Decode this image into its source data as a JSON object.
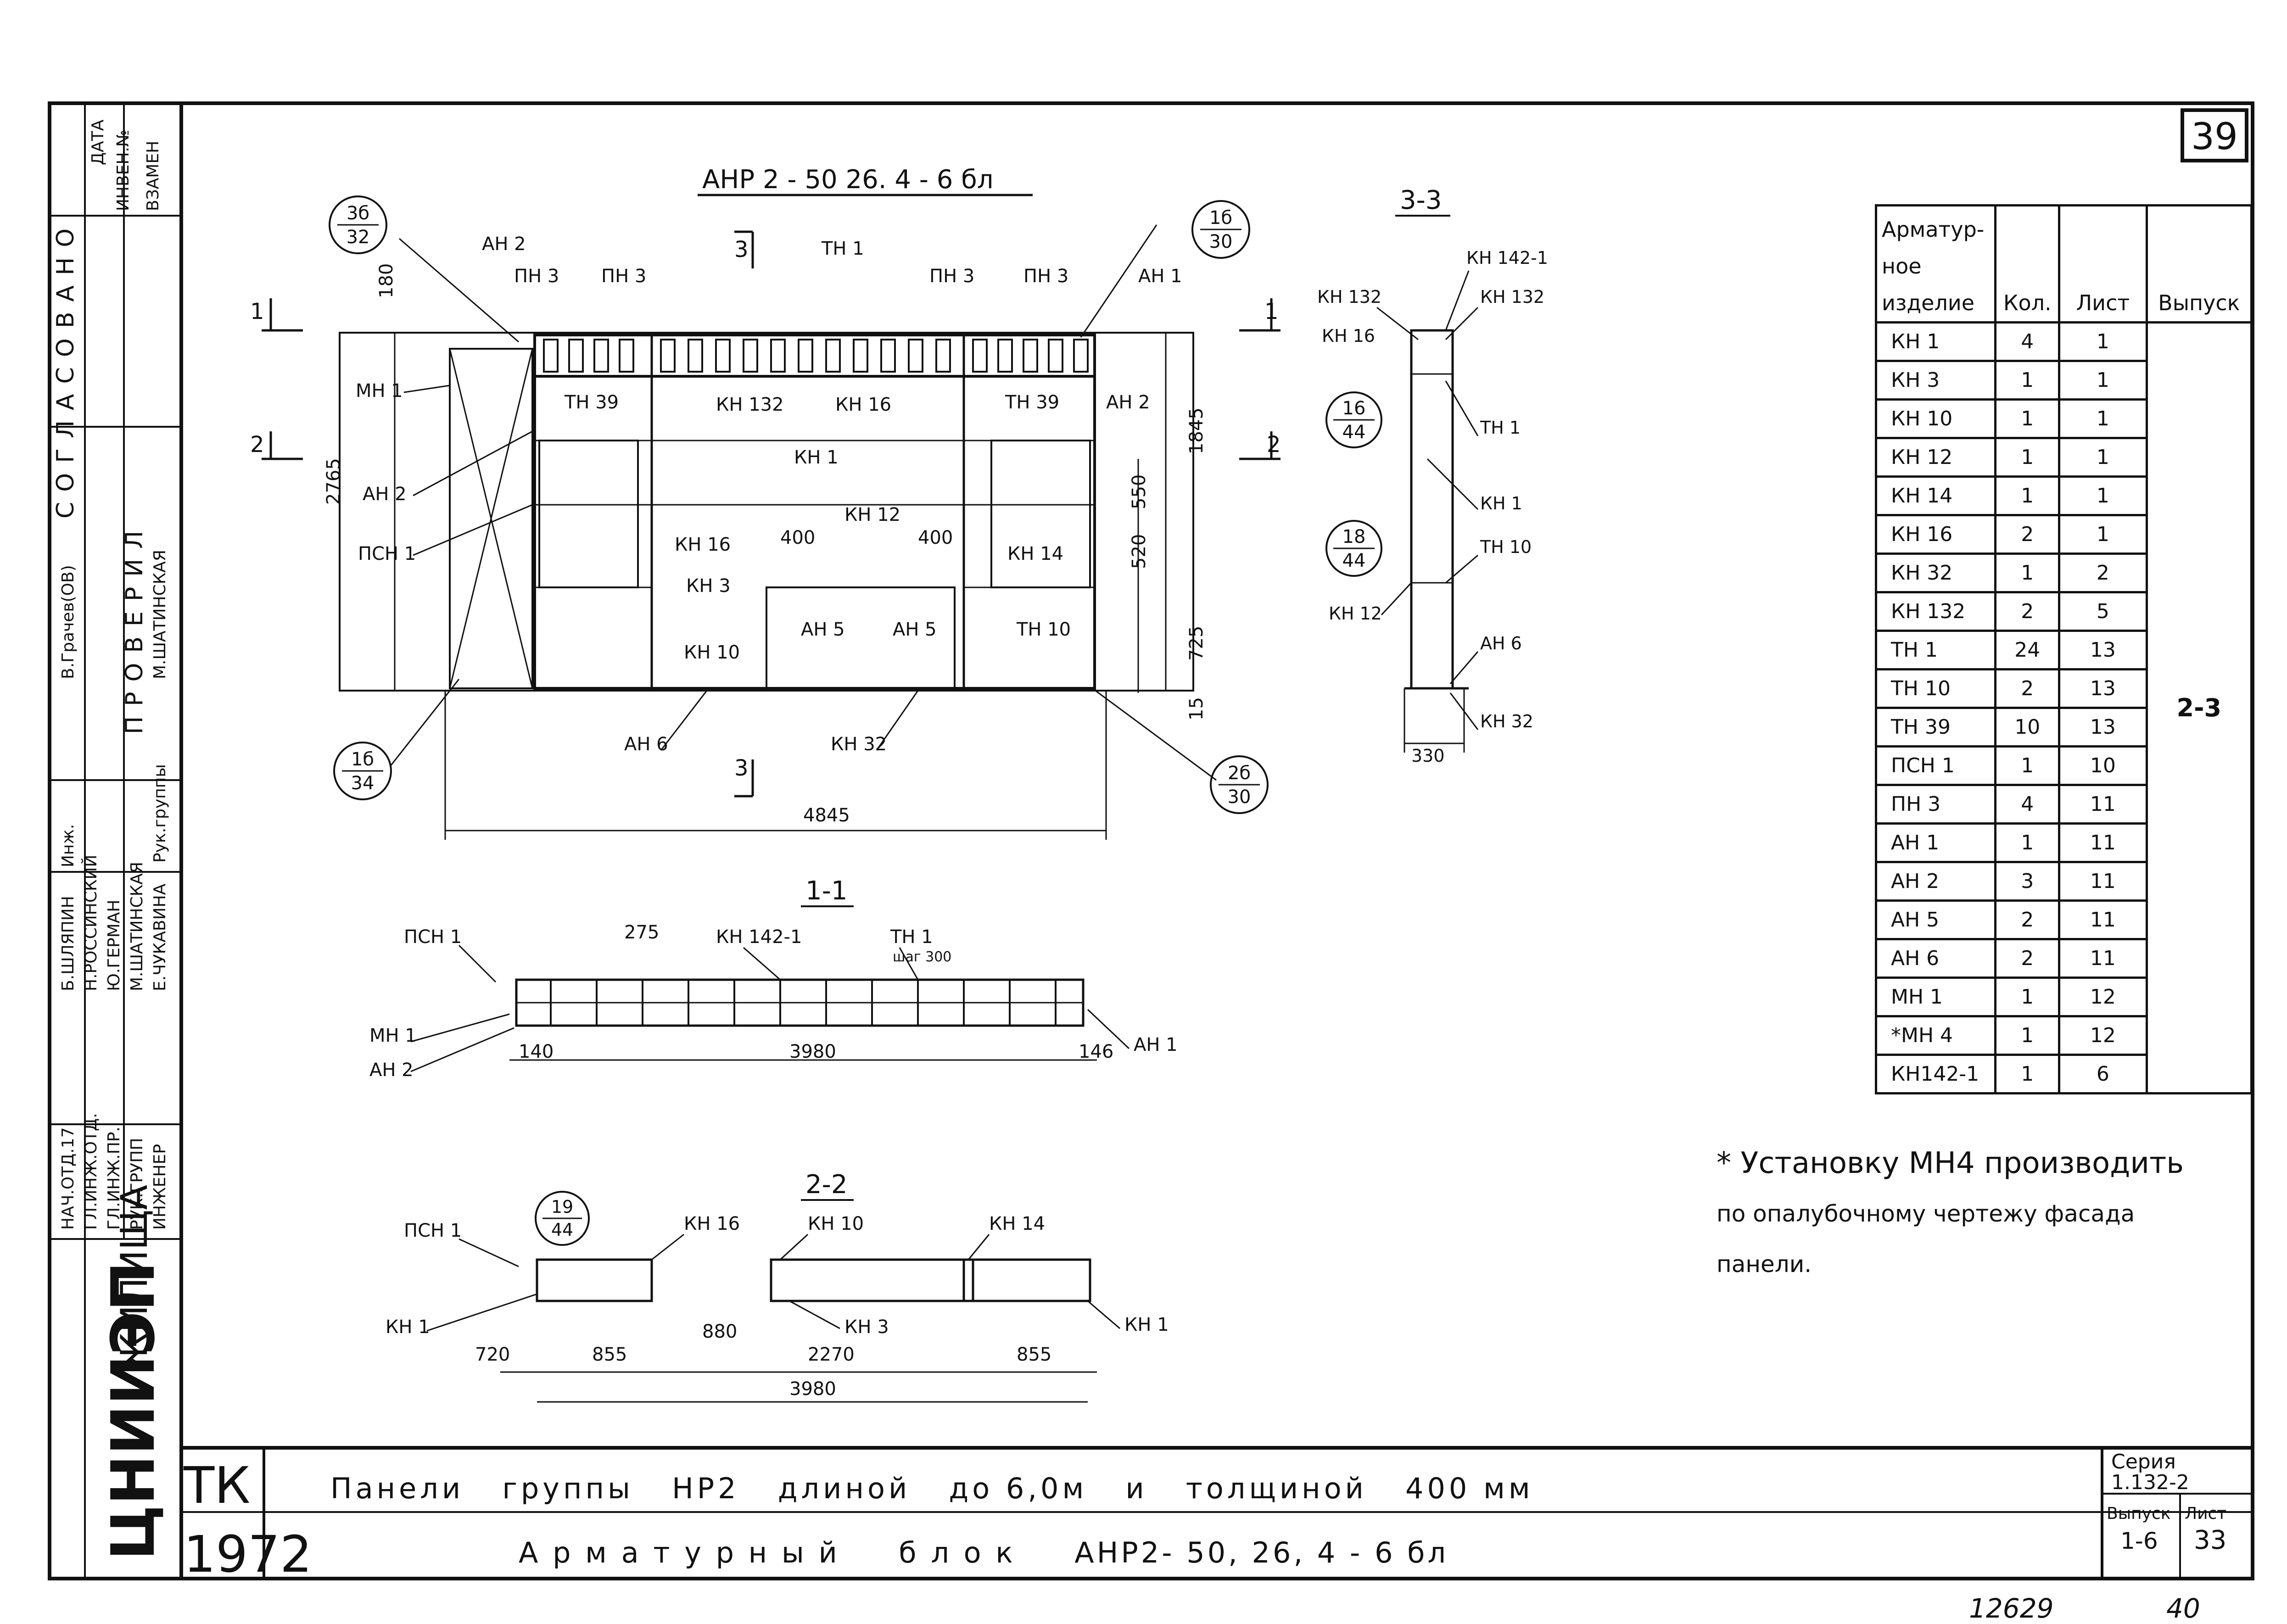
{
  "sheet_number": "39",
  "main_view": {
    "title": "АНР 2 - 50 26. 4 - 6 бл",
    "labels": [
      "ТН 1",
      "АН 2",
      "ПН 3",
      "ПН 3",
      "ПН 3",
      "ПН 3",
      "АН 1",
      "МН 1",
      "КН 132",
      "КН 16",
      "ТН 39",
      "ТН 39",
      "АН 2",
      "АН 2",
      "КН 1",
      "ПСН 1",
      "КН 16",
      "КН 12",
      "КН 14",
      "КН 3",
      "АН 5",
      "АН 5",
      "ТН 10",
      "КН 10",
      "АН 6",
      "КН 32"
    ],
    "dims": [
      "180",
      "2765",
      "1845",
      "550",
      "520",
      "725",
      "15",
      "4845",
      "400",
      "400"
    ],
    "circles": [
      {
        "top": "3б",
        "bottom": "32"
      },
      {
        "top": "1б",
        "bottom": "30"
      },
      {
        "top": "1б",
        "bottom": "34"
      },
      {
        "top": "2б",
        "bottom": "30"
      }
    ],
    "section_marks": [
      "3",
      "3",
      "1",
      "1",
      "2",
      "2"
    ]
  },
  "section_3_3": {
    "title": "3-3",
    "labels": [
      "КН 142-1",
      "КН 132",
      "КН 132",
      "КН 16",
      "ТН 1",
      "КН 1",
      "ТН 10",
      "КН 12",
      "АН 6",
      "КН 32"
    ],
    "dims": [
      "330"
    ],
    "circles": [
      {
        "top": "16",
        "bottom": "44"
      },
      {
        "top": "18",
        "bottom": "44"
      }
    ]
  },
  "section_1_1": {
    "title": "1-1",
    "labels": [
      "ПСН 1",
      "КН 142-1",
      "ТН 1",
      "шаг 300",
      "МН 1",
      "АН 2",
      "АН 1"
    ],
    "dims": [
      "275",
      "140",
      "3980",
      "146"
    ]
  },
  "section_2_2": {
    "title": "2-2",
    "labels": [
      "ПСН 1",
      "КН 16",
      "КН 10",
      "КН 14",
      "КН 1",
      "КН 3",
      "КН 1"
    ],
    "dims": [
      "720",
      "855",
      "880",
      "2270",
      "855",
      "3980"
    ],
    "circles": [
      {
        "top": "19",
        "bottom": "44"
      }
    ]
  },
  "spec_table": {
    "headers": [
      "Арматур-ное изделие",
      "Кол.",
      "Лист",
      "Выпуск"
    ],
    "rows": [
      [
        "КН 1",
        "4",
        "1"
      ],
      [
        "КН 3",
        "1",
        "1"
      ],
      [
        "КН 10",
        "1",
        "1"
      ],
      [
        "КН 12",
        "1",
        "1"
      ],
      [
        "КН 14",
        "1",
        "1"
      ],
      [
        "КН 16",
        "2",
        "1"
      ],
      [
        "КН 32",
        "1",
        "2"
      ],
      [
        "КН 132",
        "2",
        "5"
      ],
      [
        "ТН 1",
        "24",
        "13"
      ],
      [
        "ТН 10",
        "2",
        "13"
      ],
      [
        "ТН 39",
        "10",
        "13"
      ],
      [
        "ПСН 1",
        "1",
        "10"
      ],
      [
        "ПН 3",
        "4",
        "11"
      ],
      [
        "АН 1",
        "1",
        "11"
      ],
      [
        "АН 2",
        "3",
        "11"
      ],
      [
        "АН 5",
        "2",
        "11"
      ],
      [
        "АН 6",
        "2",
        "11"
      ],
      [
        "МН 1",
        "1",
        "12"
      ],
      [
        "*МН 4",
        "1",
        "12"
      ],
      [
        "КН142-1",
        "1",
        "6"
      ]
    ],
    "output_value": "2-3"
  },
  "note": {
    "line1": "* Установку МН4 производить",
    "line2": "по опалубочному чертежу фасада",
    "line3": "панели."
  },
  "left_stamp": {
    "org": "ЦНИИЭП",
    "org_sub": "ЖИЛИЩА",
    "roles": [
      "НАЧ.ОТД.17",
      "ГЛ.ИНЖ.ОТД.",
      "ГЛ.ИНЖ.ПР.",
      "РУК.ГРУПП",
      "ИНЖЕНЕР"
    ],
    "names": [
      "Б.ШЛЯПИН",
      "Н.РОССИНСКИЙ",
      "Ю.ГЕРМАН",
      "М.ШАТИНСКАЯ",
      "Е.ЧУКАВИНА"
    ],
    "approvals": [
      "СОГЛАСОВАНО",
      "ПРОВЕРИЛ"
    ],
    "approval_names": [
      "Инж.",
      "В.Грачев(ОВ)",
      "Рук.группы",
      "М.ШАТИНСКАЯ"
    ],
    "right_col": [
      "ДАТА",
      "ИНВЕН.№",
      "ВЗАМЕН"
    ]
  },
  "title_block": {
    "tk": "ТК",
    "year": "1972",
    "line1": "Панели   группы   НР2   длиной   до 6,0м   и   толщиной   400 мм",
    "line2": "А р м а т у р н ы й     б л о к     АНР2- 50, 26, 4 - 6 бл",
    "series_label": "Серия",
    "series_value": "1.132-2",
    "issue_label": "Выпуск",
    "issue_value": "1-6",
    "sheet_label": "Лист",
    "sheet_value": "33"
  },
  "bottom_numbers": [
    "12629",
    "40"
  ]
}
